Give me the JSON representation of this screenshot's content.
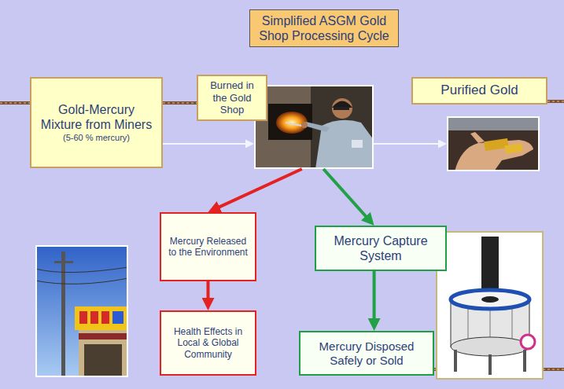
{
  "diagram": {
    "title": "Simplified ASGM Gold Shop Processing Cycle",
    "nodes": [
      {
        "text": [
          "Gold-Mercury Mixture from Miners",
          "(5-60 % mercury)"
        ]
      },
      {
        "text": [
          "Burned in the Gold Shop"
        ]
      },
      {
        "text": [
          "Purified Gold"
        ]
      },
      {
        "text": [
          "Mercury Released to the Environment"
        ]
      },
      {
        "text": [
          "Health Effects in Local & Global Community"
        ]
      },
      {
        "text": [
          "Mercury Capture System"
        ]
      },
      {
        "text": [
          "Mercury Disposed Safely or Sold"
        ]
      }
    ],
    "edges": [
      {
        "from": 0,
        "to": 1,
        "arrow": "to"
      },
      {
        "from": 1,
        "to": 2,
        "arrow": "to"
      },
      {
        "from": 1,
        "to": 3,
        "arrow": "to"
      },
      {
        "from": 1,
        "to": 5,
        "arrow": "to"
      },
      {
        "from": 3,
        "to": 4,
        "arrow": "to"
      },
      {
        "from": 5,
        "to": 6,
        "arrow": "to"
      }
    ]
  }
}
